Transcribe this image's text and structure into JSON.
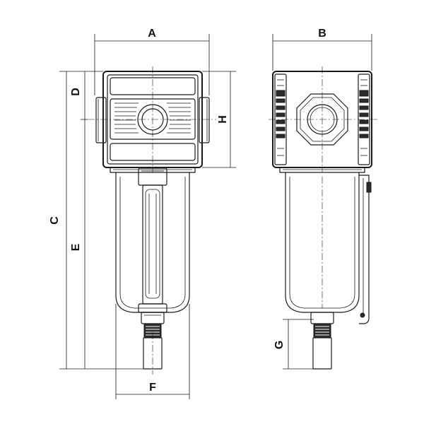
{
  "dimension_labels": {
    "A": "A",
    "B": "B",
    "C": "C",
    "D": "D",
    "E": "E",
    "F": "F",
    "G": "G",
    "H": "H"
  },
  "colors": {
    "line": "#1a1a1a",
    "background": "#ffffff"
  }
}
